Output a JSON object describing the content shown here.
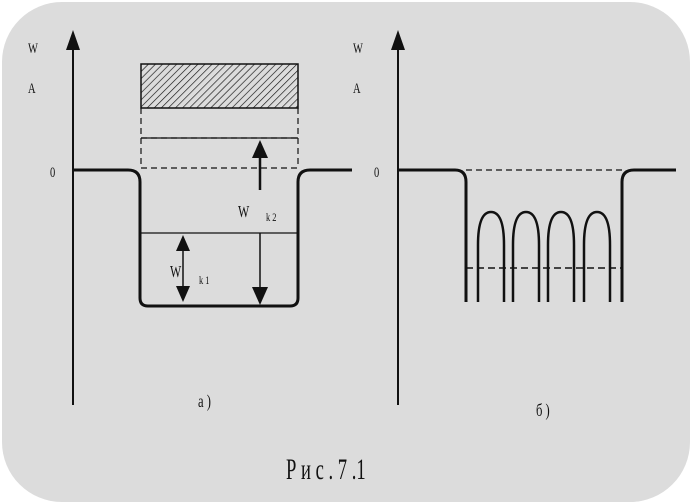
{
  "panel_a": {
    "y_label_top": "W",
    "y_label_bottom": "A",
    "zero_label": "0",
    "wk2_main": "W",
    "wk2_sub": "k 2",
    "wk1_main": "W",
    "wk1_sub": "k 1",
    "caption": "а )"
  },
  "panel_b": {
    "y_label_top": "W",
    "y_label_bottom": "A",
    "zero_label": "0",
    "caption": "б )"
  },
  "figure_caption": "Р и с .  7 .1",
  "colors": {
    "background": "#dcdcdc",
    "line": "#111111"
  }
}
